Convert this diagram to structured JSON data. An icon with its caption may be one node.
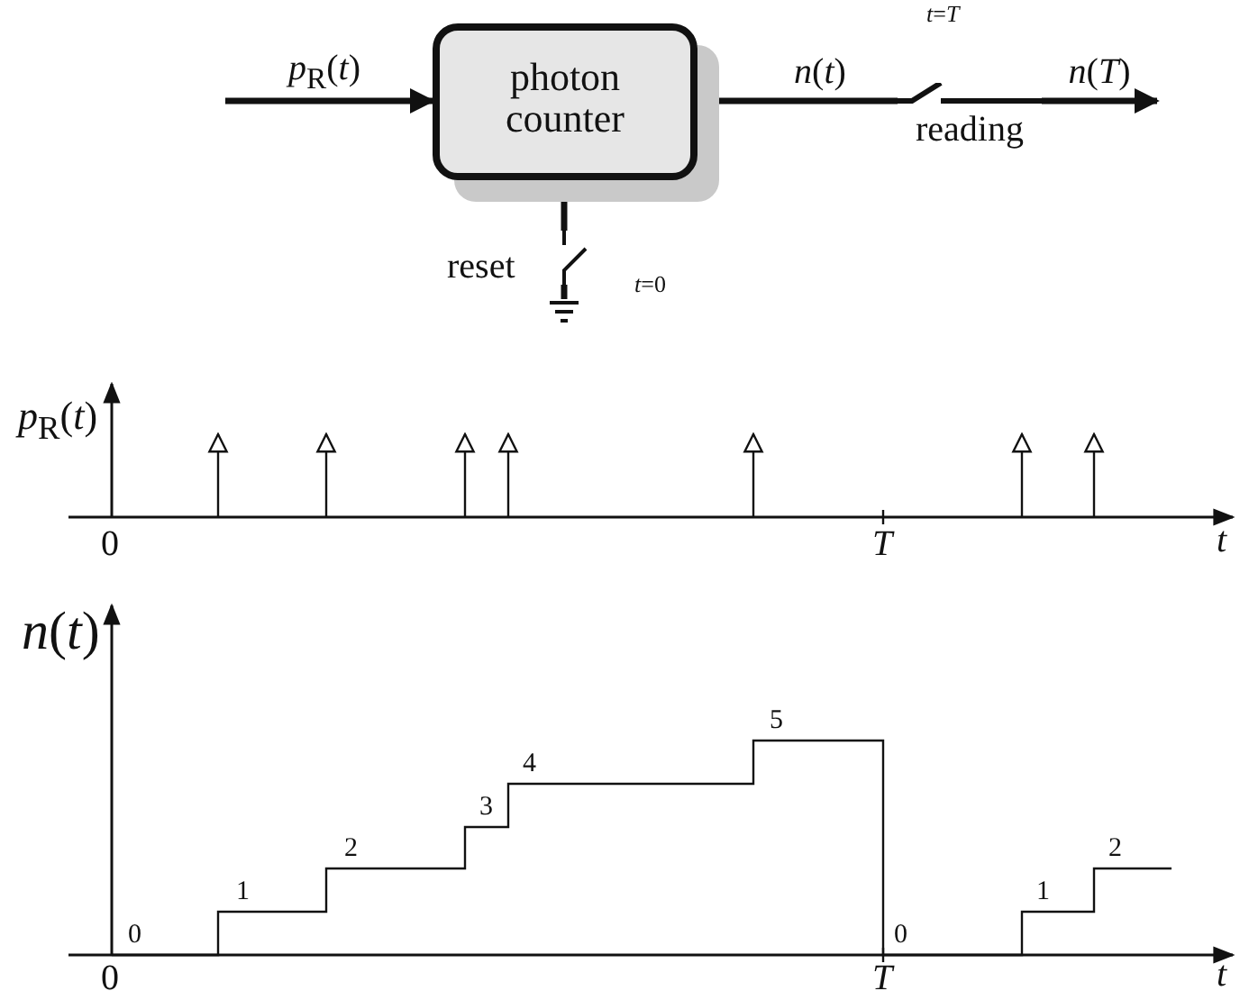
{
  "diagram": {
    "nodes": [
      {
        "text": [
          "photon counter"
        ]
      },
      {
        "text": [
          "reading"
        ],
        "beside": [
          "*t*=*T*"
        ]
      },
      {
        "text": [
          "reset"
        ],
        "beside": [
          "*t*=0"
        ]
      },
      {
        "text": [],
        "shape": "ground"
      }
    ],
    "edges": [
      {
        "from": null,
        "to": 0,
        "arrow": "to",
        "label": "*p*$_{R}$(*t*)"
      },
      {
        "from": 0,
        "to": 1,
        "arrow": "none",
        "label": "*n*(*t*)"
      },
      {
        "from": 1,
        "to": null,
        "arrow": "to",
        "label": "*n*(*T*)"
      },
      {
        "from": 0,
        "to": 2,
        "arrow": "none"
      },
      {
        "from": 2,
        "to": 3,
        "arrow": "none"
      }
    ],
    "labels": [
      "*p*$_{R}$(*t*)",
      "0",
      "*T*",
      "*t*",
      "*n*(*t*)",
      "0",
      "1",
      "2",
      "3",
      "4",
      "5",
      "0",
      "1",
      "2",
      "0",
      "*T*",
      "*t*"
    ]
  }
}
